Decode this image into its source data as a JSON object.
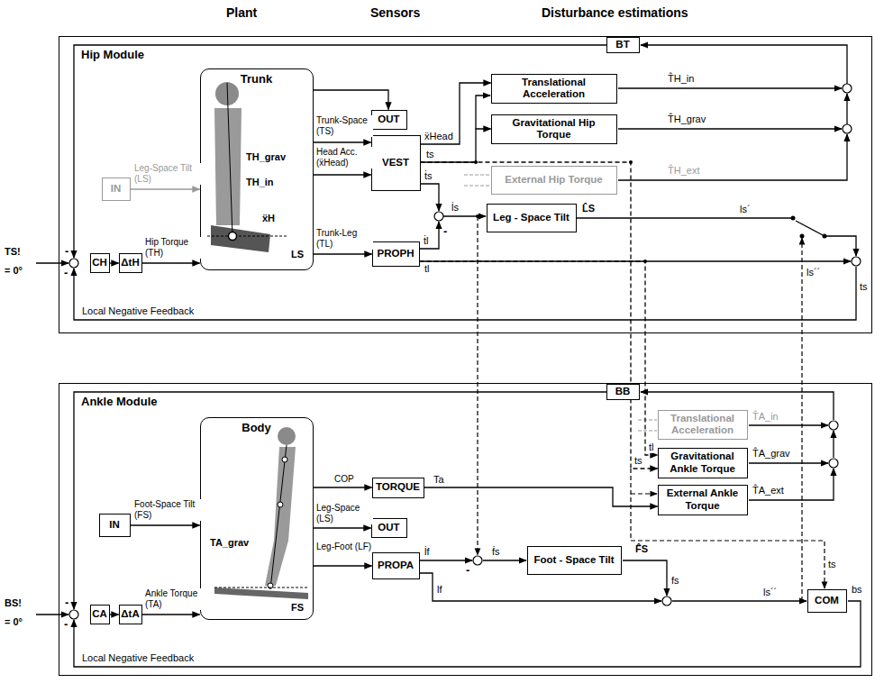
{
  "diagram": {
    "nodes": [
      {
        "text": [
          "Hip Module"
        ]
      },
      {
        "text": [
          "Trunk"
        ],
        "in": 0
      },
      {
        "text": [
          "OUT"
        ],
        "in": 0
      },
      {
        "text": [
          "VEST"
        ],
        "in": 0
      },
      {
        "text": [
          "PROPH"
        ],
        "in": 0
      },
      {
        "text": [
          "Translational Acceleration"
        ],
        "in": 0
      },
      {
        "text": [
          "Gravitational Hip Torque"
        ],
        "in": 0
      },
      {
        "text": [
          "External Hip Torque"
        ],
        "in": 0
      },
      {
        "text": [
          "Leg - Space Tilt"
        ],
        "in": 0
      },
      {
        "text": [
          "IN"
        ],
        "in": 0
      },
      {
        "text": [
          "CH"
        ],
        "in": 0
      },
      {
        "text": [
          "ΔtH"
        ],
        "in": 0
      },
      {
        "text": [
          "BT"
        ],
        "in": 0
      },
      {
        "text": [
          "Ankle Module"
        ]
      },
      {
        "text": [
          "Body"
        ],
        "in": 13
      },
      {
        "text": [
          "IN"
        ],
        "in": 13
      },
      {
        "text": [
          "CA"
        ],
        "in": 13
      },
      {
        "text": [
          "ΔtA"
        ],
        "in": 13
      },
      {
        "text": [
          "OUT"
        ],
        "in": 13
      },
      {
        "text": [
          "TORQUE"
        ],
        "in": 13
      },
      {
        "text": [
          "PROPA"
        ],
        "in": 13
      },
      {
        "text": [
          "Translational Acceleration"
        ],
        "in": 13
      },
      {
        "text": [
          "Gravitational Ankle Torque"
        ],
        "in": 13
      },
      {
        "text": [
          "External Ankle Torque"
        ],
        "in": 13
      },
      {
        "text": [
          "Foot - Space Tilt"
        ],
        "in": 13
      },
      {
        "text": [
          "COM"
        ],
        "in": 13
      },
      {
        "text": [
          "BB"
        ],
        "in": 13
      }
    ],
    "edges": [
      {
        "from": 10,
        "to": 11,
        "arrow": "to"
      },
      {
        "from": 11,
        "to": 1,
        "arrow": "to",
        "label": "Hip Torque (TH)"
      },
      {
        "from": 9,
        "to": 1,
        "arrow": "to",
        "label": "Leg-Space Tilt (LS)"
      },
      {
        "from": 1,
        "to": 2,
        "arrow": "to"
      },
      {
        "from": 1,
        "to": 3,
        "arrow": "to",
        "label": "Trunk-Space (TS)"
      },
      {
        "from": 1,
        "to": 3,
        "arrow": "to",
        "label": "Head Acc. (ẍHead)"
      },
      {
        "from": 1,
        "to": 4,
        "arrow": "to",
        "label": "Trunk-Leg (TL)"
      },
      {
        "from": 3,
        "to": 5,
        "arrow": "to",
        "label": "ẍHead"
      },
      {
        "from": 3,
        "to": 6,
        "arrow": "to",
        "label": "ts"
      },
      {
        "from": 16,
        "to": 17,
        "arrow": "to"
      },
      {
        "from": 17,
        "to": 14,
        "arrow": "to",
        "label": "Ankle Torque (TA)"
      },
      {
        "from": 15,
        "to": 14,
        "arrow": "to",
        "label": "Foot-Space Tilt (FS)"
      },
      {
        "from": 14,
        "to": 19,
        "arrow": "to",
        "label": "COP"
      },
      {
        "from": 14,
        "to": 18,
        "arrow": "to",
        "label": "Leg-Space (LS)"
      },
      {
        "from": 14,
        "to": 20,
        "arrow": "to",
        "label": "Leg-Foot (LF)"
      },
      {
        "from": 19,
        "to": 23,
        "arrow": "to",
        "label": "Ta"
      },
      {
        "from": 4,
        "to": 22,
        "arrow": "to",
        "label": "tl"
      },
      {
        "from": 3,
        "to": 22,
        "arrow": "to",
        "label": "ts"
      }
    ],
    "labels": [
      "Plant",
      "Sensors",
      "Disturbance estimations",
      "TS!",
      "= 0°",
      "-",
      "-",
      "Local Negative Feedback",
      "TH_grav",
      "TH_in",
      "ẍH",
      "LS",
      "ṫs",
      "ṫl",
      "tl",
      "-",
      "l̇s",
      "L̂S",
      "ls´",
      "ls´´",
      "ts",
      "T̂H_in",
      "T̂H_grav",
      "T̂H_ext",
      "BS!",
      "= 0°",
      "-",
      "-",
      "Local Negative Feedback",
      "TA_grav",
      "FS",
      "l̇f",
      "lf",
      "-",
      "ḟs",
      "F̂S",
      "fs",
      "ls´´",
      "ts",
      "bs",
      "T̂A_in",
      "T̂A_grav",
      "T̂A_ext"
    ]
  }
}
